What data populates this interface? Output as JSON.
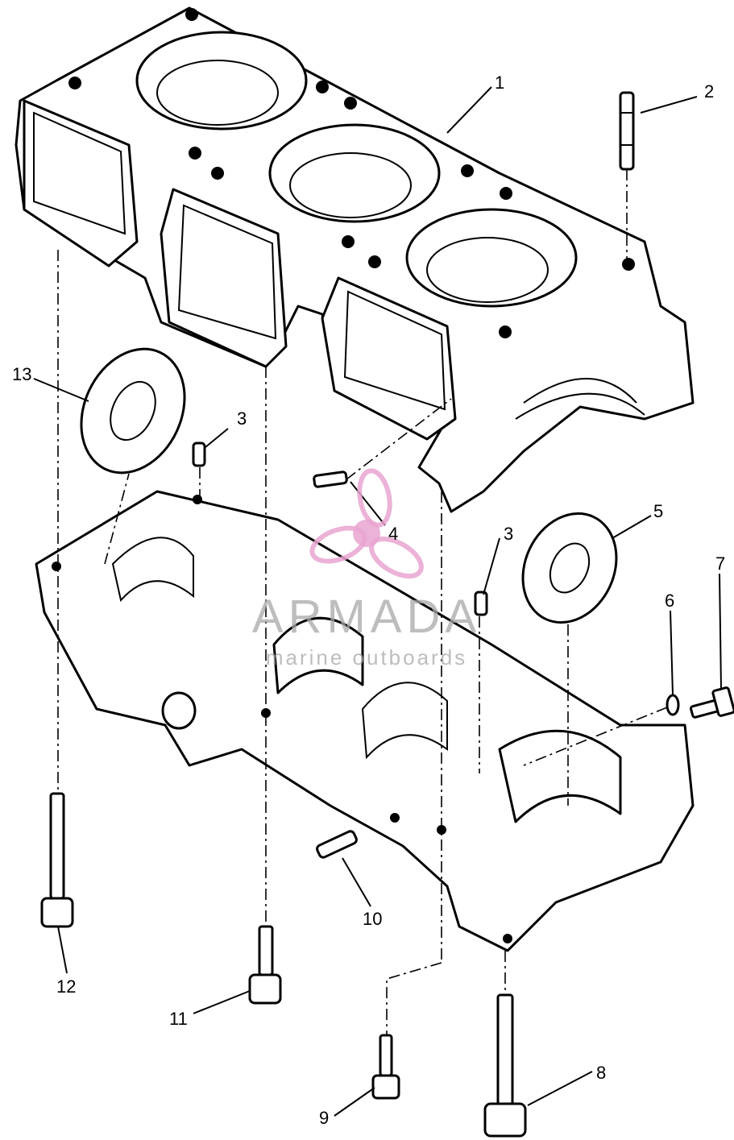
{
  "callouts": [
    {
      "id": "1",
      "text": "1"
    },
    {
      "id": "2",
      "text": "2"
    },
    {
      "id": "3a",
      "text": "3"
    },
    {
      "id": "3b",
      "text": "3"
    },
    {
      "id": "4",
      "text": "4"
    },
    {
      "id": "5",
      "text": "5"
    },
    {
      "id": "6",
      "text": "6"
    },
    {
      "id": "7",
      "text": "7"
    },
    {
      "id": "8",
      "text": "8"
    },
    {
      "id": "9",
      "text": "9"
    },
    {
      "id": "10",
      "text": "10"
    },
    {
      "id": "11",
      "text": "11"
    },
    {
      "id": "12",
      "text": "12"
    },
    {
      "id": "13",
      "text": "13"
    }
  ],
  "watermark": {
    "brand": "ARMADA",
    "tagline": "marine outboards",
    "icon": "propeller-logo-icon",
    "color": "#e9a4d0"
  }
}
